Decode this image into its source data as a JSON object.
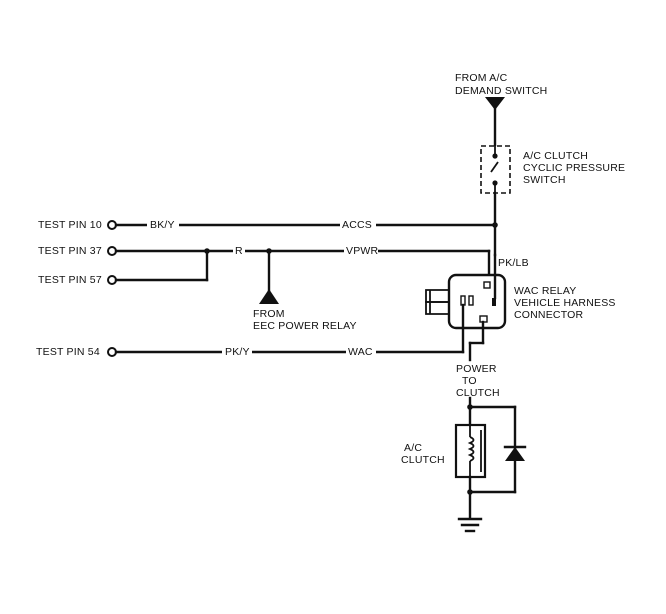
{
  "labels": {
    "from_ac_demand_line1": "FROM A/C",
    "from_ac_demand_line2": "DEMAND SWITCH",
    "cyclic_line1": "A/C CLUTCH",
    "cyclic_line2": "CYCLIC PRESSURE",
    "cyclic_line3": "SWITCH",
    "test_pin_10": "TEST PIN 10",
    "test_pin_37": "TEST PIN 37",
    "test_pin_57": "TEST PIN 57",
    "test_pin_54": "TEST PIN 54",
    "wire_bky": "BK/Y",
    "wire_accs": "ACCS",
    "wire_r": "R",
    "wire_vpwr": "VPWR",
    "wire_pklb": "PK/LB",
    "wire_pky": "PK/Y",
    "wire_wac": "WAC",
    "from_eec_line1": "FROM",
    "from_eec_line2": "EEC POWER RELAY",
    "wac_relay_line1": "WAC RELAY",
    "wac_relay_line2": "VEHICLE HARNESS",
    "wac_relay_line3": "CONNECTOR",
    "power_line1": "POWER",
    "power_line2": "TO",
    "power_line3": "CLUTCH",
    "ac_clutch_line1": "A/C",
    "ac_clutch_line2": "CLUTCH"
  }
}
